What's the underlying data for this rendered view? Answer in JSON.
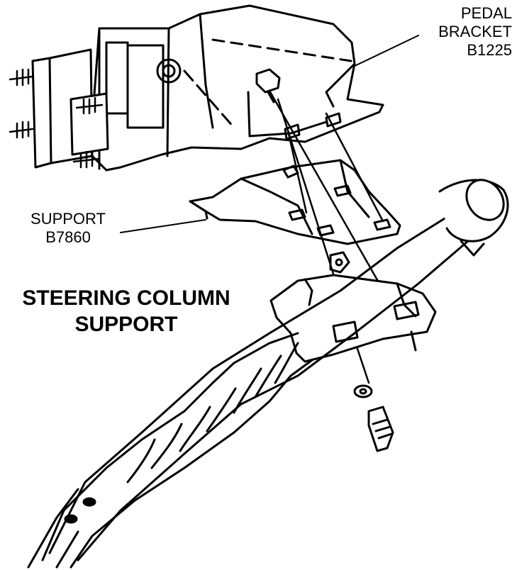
{
  "labels": {
    "pedal_bracket": [
      "PEDAL",
      "BRACKET",
      "B1225"
    ],
    "support": [
      "SUPPORT",
      "B7860"
    ]
  },
  "title": [
    "STEERING COLUMN",
    "SUPPORT"
  ]
}
